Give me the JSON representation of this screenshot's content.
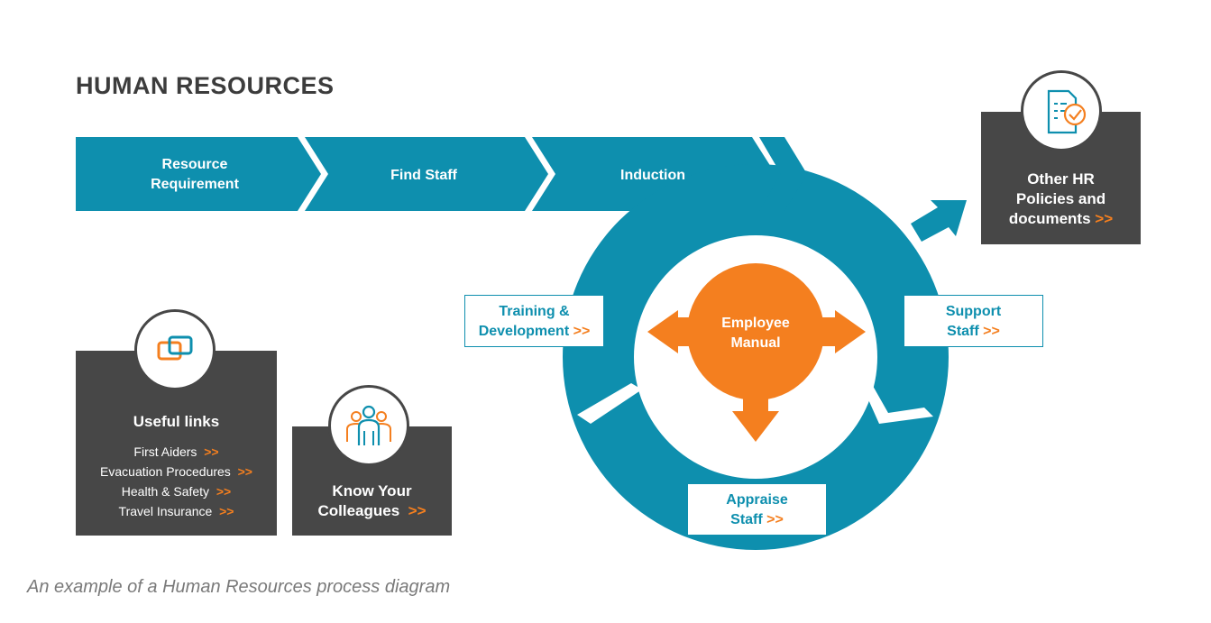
{
  "title": "HUMAN RESOURCES",
  "arrow": ">>",
  "chevrons": [
    {
      "line1": "Resource",
      "line2": "Requirement"
    },
    {
      "line1": "Find Staff"
    },
    {
      "line1": "Induction"
    }
  ],
  "cycle": {
    "training": {
      "line1": "Training &",
      "line2": "Development"
    },
    "support": {
      "line1": "Support",
      "line2": "Staff"
    },
    "appraise": {
      "line1": "Appraise",
      "line2": "Staff"
    },
    "center": {
      "line1": "Employee",
      "line2": "Manual"
    }
  },
  "other_hr": {
    "line1": "Other HR",
    "line2": "Policies and",
    "line3": "documents"
  },
  "useful_links": {
    "heading": "Useful links",
    "items": [
      "First Aiders",
      "Evacuation Procedures",
      "Health & Safety",
      "Travel Insurance"
    ]
  },
  "colleagues": {
    "line1": "Know Your",
    "line2": "Colleagues"
  },
  "caption": "An example of a Human Resources process diagram",
  "colors": {
    "teal": "#0e8fae",
    "orange": "#f47f1f",
    "dark": "#474747"
  }
}
